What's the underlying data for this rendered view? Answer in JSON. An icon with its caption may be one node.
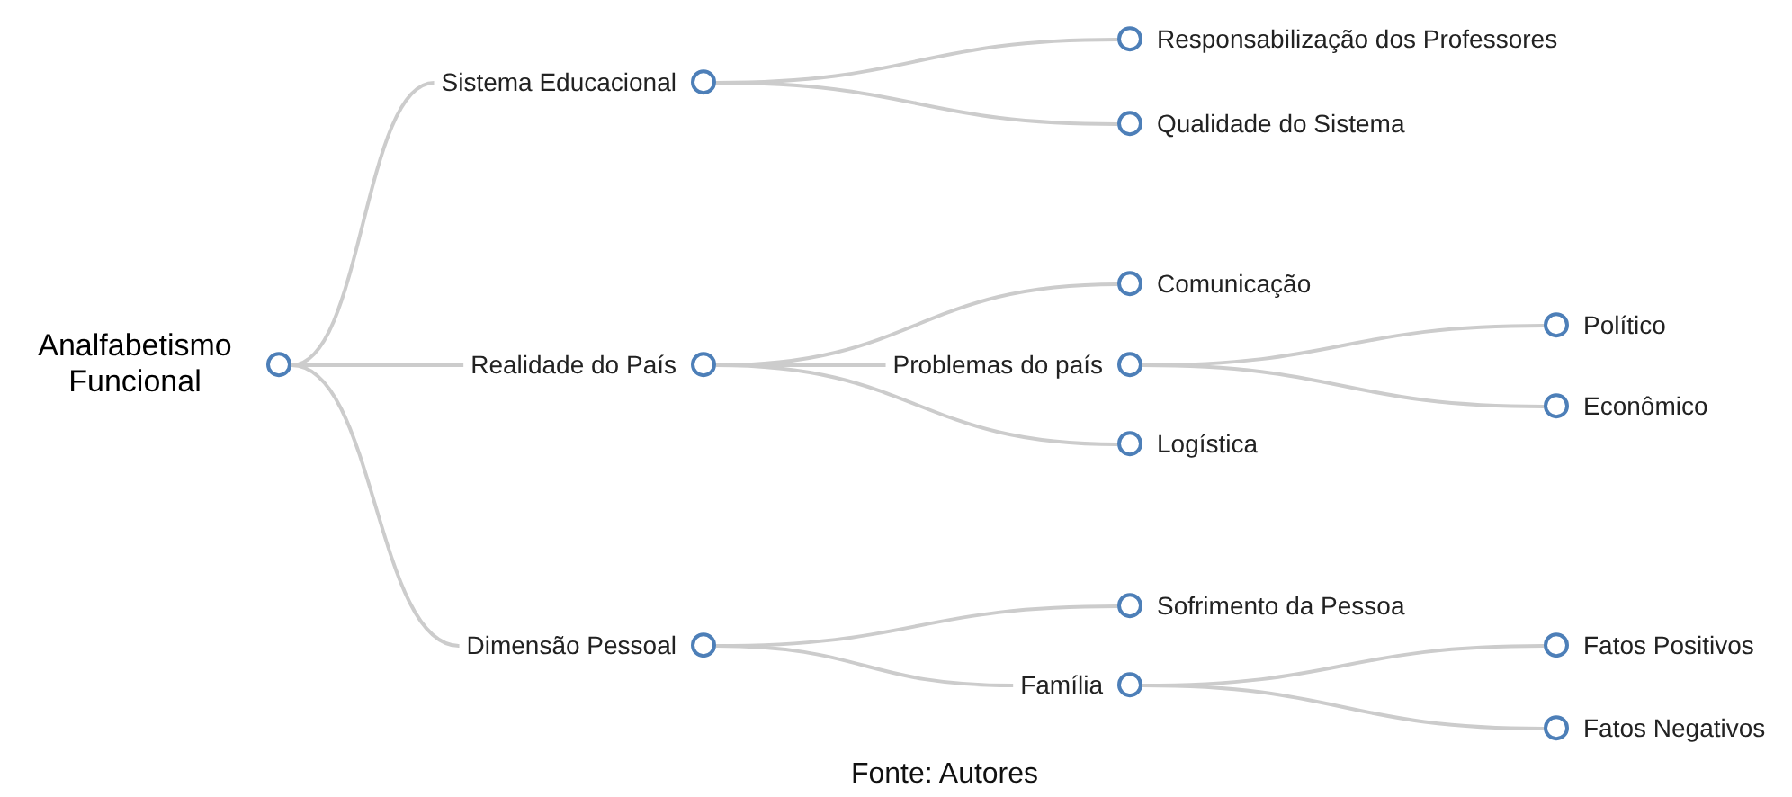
{
  "diagram": {
    "caption": "Fonte: Autores",
    "nodes": [
      {
        "text": [
          "Analfabetismo Funcional"
        ]
      },
      {
        "text": [
          "Sistema Educacional"
        ]
      },
      {
        "text": [
          "Realidade do País"
        ]
      },
      {
        "text": [
          "Dimensão Pessoal"
        ]
      },
      {
        "text": [
          "Responsabilização dos Professores"
        ]
      },
      {
        "text": [
          "Qualidade do Sistema"
        ]
      },
      {
        "text": [
          "Comunicação"
        ]
      },
      {
        "text": [
          "Problemas do país"
        ]
      },
      {
        "text": [
          "Logística"
        ]
      },
      {
        "text": [
          "Político"
        ]
      },
      {
        "text": [
          "Econômico"
        ]
      },
      {
        "text": [
          "Sofrimento da Pessoa"
        ]
      },
      {
        "text": [
          "Família"
        ]
      },
      {
        "text": [
          "Fatos Positivos"
        ]
      },
      {
        "text": [
          "Fatos Negativos"
        ]
      }
    ],
    "edges": [
      {
        "from": 0,
        "to": 1,
        "arrow": "none"
      },
      {
        "from": 0,
        "to": 2,
        "arrow": "none"
      },
      {
        "from": 0,
        "to": 3,
        "arrow": "none"
      },
      {
        "from": 1,
        "to": 4,
        "arrow": "none"
      },
      {
        "from": 1,
        "to": 5,
        "arrow": "none"
      },
      {
        "from": 2,
        "to": 6,
        "arrow": "none"
      },
      {
        "from": 2,
        "to": 7,
        "arrow": "none"
      },
      {
        "from": 2,
        "to": 8,
        "arrow": "none"
      },
      {
        "from": 7,
        "to": 9,
        "arrow": "none"
      },
      {
        "from": 7,
        "to": 10,
        "arrow": "none"
      },
      {
        "from": 3,
        "to": 11,
        "arrow": "none"
      },
      {
        "from": 3,
        "to": 12,
        "arrow": "none"
      },
      {
        "from": 12,
        "to": 13,
        "arrow": "none"
      },
      {
        "from": 12,
        "to": 14,
        "arrow": "none"
      }
    ]
  }
}
